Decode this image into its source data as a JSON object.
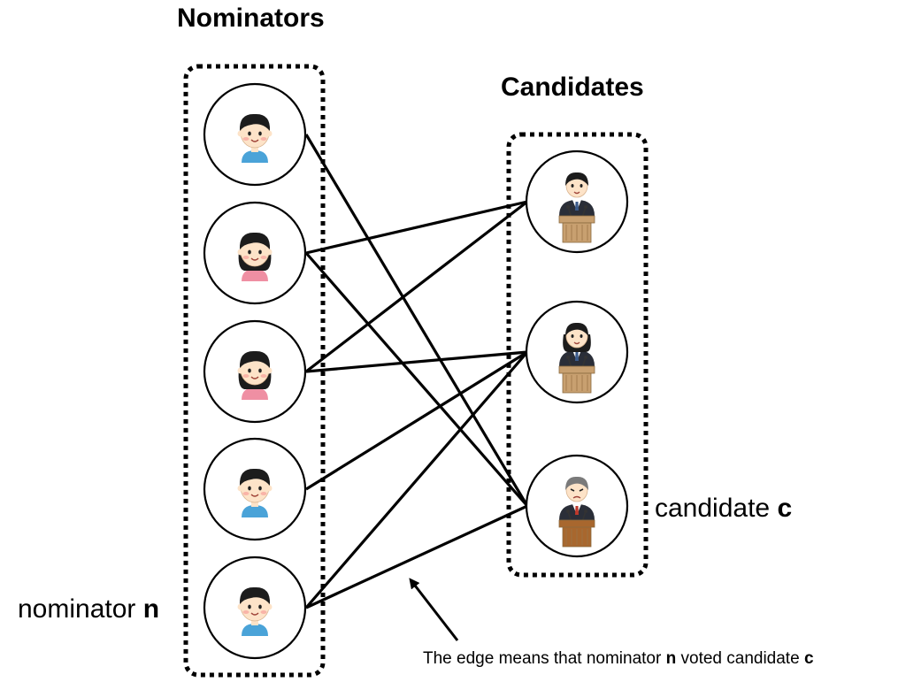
{
  "titles": {
    "nominators": "Nominators",
    "candidates": "Candidates"
  },
  "labels": {
    "nominator_prefix": "nominator ",
    "nominator_var": "n",
    "candidate_prefix": "candidate ",
    "candidate_var": "c"
  },
  "caption": {
    "part1": "The edge means that nominator ",
    "var_n": "n",
    "part2": " voted candidate ",
    "var_c": "c"
  },
  "nominators": [
    {
      "id": "nominator-1",
      "icon": "boy-icon"
    },
    {
      "id": "nominator-2",
      "icon": "girl-icon"
    },
    {
      "id": "nominator-3",
      "icon": "girl-icon"
    },
    {
      "id": "nominator-4",
      "icon": "boy-icon"
    },
    {
      "id": "nominator-5",
      "icon": "boy-icon"
    }
  ],
  "candidates": [
    {
      "id": "candidate-1",
      "icon": "male-speaker-at-podium-icon"
    },
    {
      "id": "candidate-2",
      "icon": "female-speaker-at-podium-icon"
    },
    {
      "id": "candidate-3",
      "icon": "senior-speaker-at-podium-icon"
    }
  ],
  "edges": [
    {
      "from": 1,
      "to": 3
    },
    {
      "from": 2,
      "to": 1
    },
    {
      "from": 2,
      "to": 3
    },
    {
      "from": 3,
      "to": 1
    },
    {
      "from": 3,
      "to": 2
    },
    {
      "from": 4,
      "to": 2
    },
    {
      "from": 5,
      "to": 2
    },
    {
      "from": 5,
      "to": 3
    }
  ],
  "colors": {
    "boy_shirt": "#4aa3d8",
    "girl_shirt": "#ef8fa3",
    "hair": "#1c1c1c",
    "skin": "#fde3c8",
    "podium": "#c8a070",
    "suit": "#2a2e38"
  }
}
